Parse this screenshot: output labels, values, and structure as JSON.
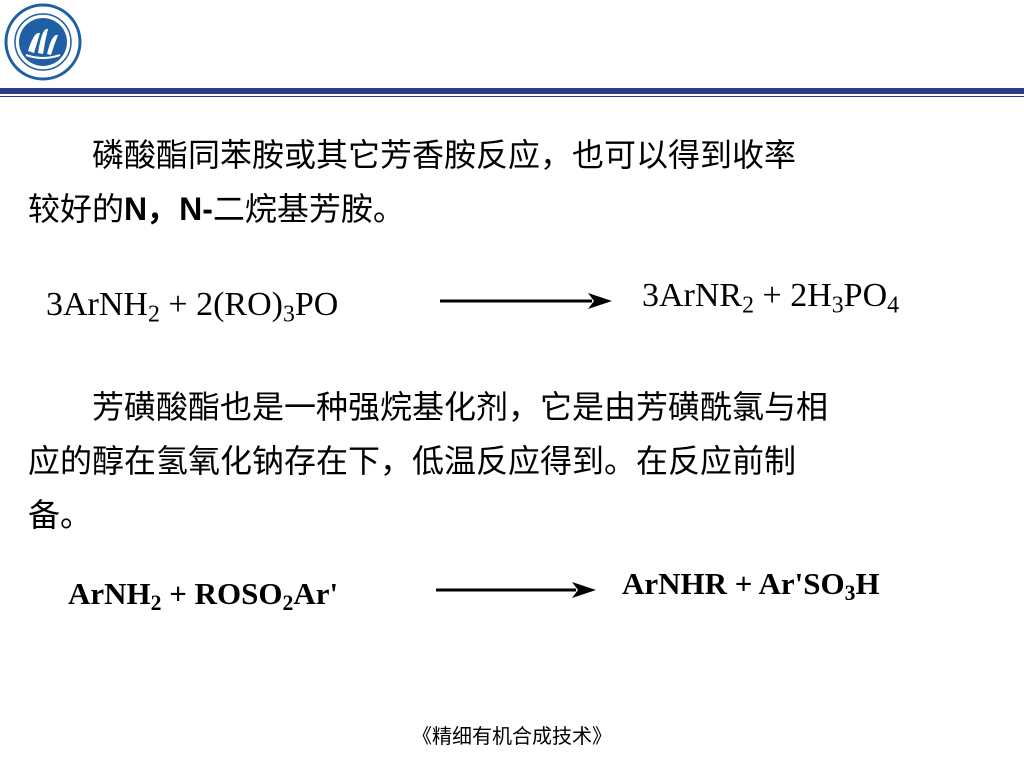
{
  "colors": {
    "accent": "#2e3a8c",
    "logo": "#1f5fa6"
  },
  "header": {
    "logo_icon": "institute-logo-icon"
  },
  "paragraph1": {
    "indent": "　　",
    "part1": "磷酸酯同苯胺或其它芳香胺反应，也可以得到收率",
    "part2": "较好的",
    "bold": "N，N-",
    "part3": "二烷基芳胺。"
  },
  "reaction1": {
    "left": [
      {
        "t": "3ArNH"
      },
      {
        "sub": "2"
      },
      {
        "t": " + 2(RO)"
      },
      {
        "sub": "3"
      },
      {
        "t": "PO"
      }
    ],
    "right": [
      {
        "t": "3ArNR"
      },
      {
        "sub": "2"
      },
      {
        "t": " + 2H"
      },
      {
        "sub": "3"
      },
      {
        "t": "PO"
      },
      {
        "sub": "4"
      }
    ]
  },
  "paragraph2": {
    "indent": "　　",
    "line1": "芳磺酸酯也是一种强烷基化剂，它是由芳磺酰氯与相",
    "line2": "应的醇在氢氧化钠存在下，低温反应得到。在反应前制",
    "line3": "备。"
  },
  "reaction2": {
    "left": [
      {
        "t": "ArNH"
      },
      {
        "sub": "2"
      },
      {
        "t": " + ROSO"
      },
      {
        "sub": "2"
      },
      {
        "t": "Ar'"
      }
    ],
    "right": [
      {
        "t": "ArNHR + Ar'SO"
      },
      {
        "sub": "3"
      },
      {
        "t": "H"
      }
    ]
  },
  "footer": {
    "text": "《精细有机合成技术》"
  }
}
